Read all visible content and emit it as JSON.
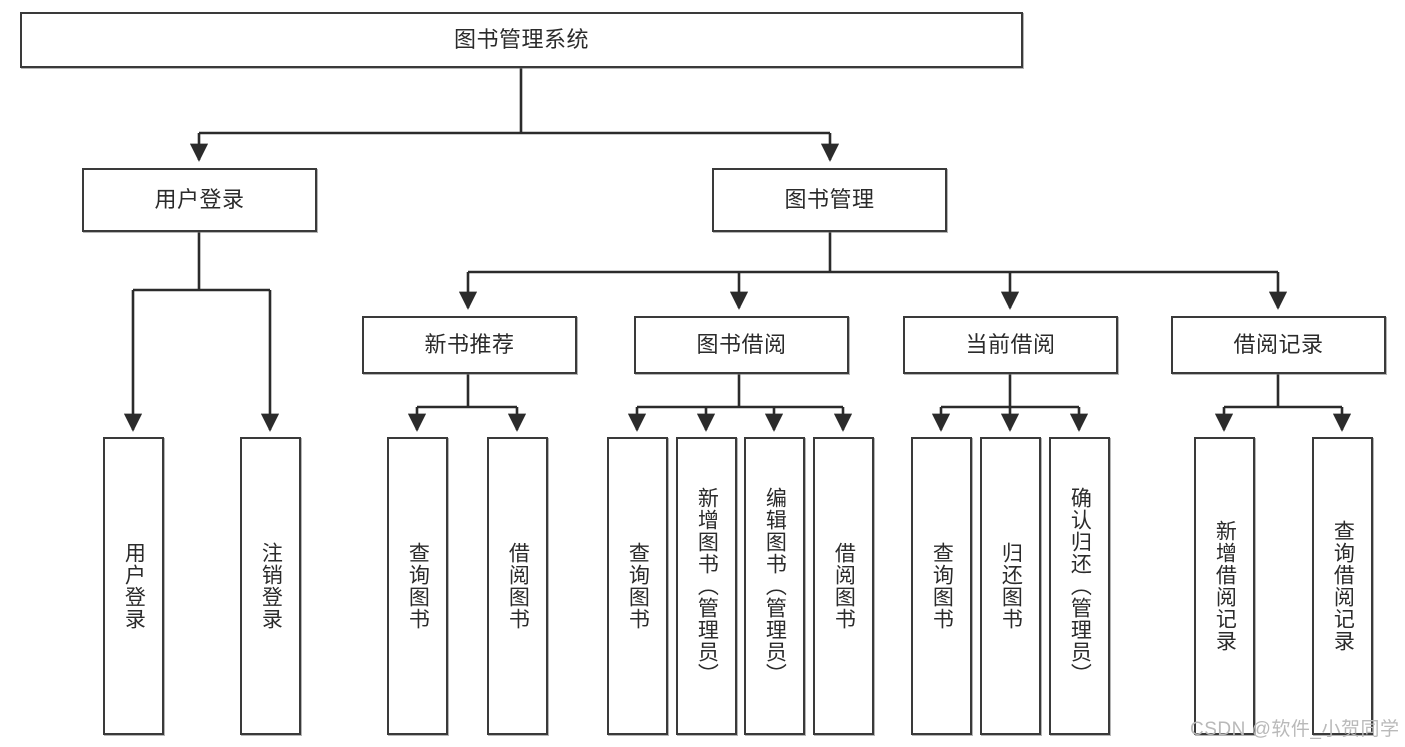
{
  "diagram": {
    "title": "图书管理系统",
    "type": "hierarchy-tree",
    "watermark": "CSDN @软件_小贺同学",
    "colors": {
      "node_border": "#3a3a3a",
      "node_fill": "#ffffff",
      "connector": "#2b2b2b",
      "text": "#2b2b2b",
      "watermark": "#b9b9b9"
    },
    "nodes": {
      "root": {
        "label": "图书管理系统"
      },
      "level1": [
        {
          "id": "user-login",
          "label": "用户登录"
        },
        {
          "id": "book-manage",
          "label": "图书管理"
        }
      ],
      "level2": [
        {
          "id": "new-book-recommend",
          "label": "新书推荐"
        },
        {
          "id": "book-borrow",
          "label": "图书借阅"
        },
        {
          "id": "current-borrow",
          "label": "当前借阅"
        },
        {
          "id": "borrow-record",
          "label": "借阅记录"
        }
      ],
      "leaves": {
        "user_login": [
          {
            "id": "leaf-user-login",
            "label": "用户登录"
          },
          {
            "id": "leaf-logout-login",
            "label": "注销登录"
          }
        ],
        "new_book_recommend": [
          {
            "id": "leaf-query-book-1",
            "label": "查询图书"
          },
          {
            "id": "leaf-borrow-book-1",
            "label": "借阅图书"
          }
        ],
        "book_borrow": [
          {
            "id": "leaf-query-book-2",
            "label": "查询图书"
          },
          {
            "id": "leaf-add-book",
            "label": "新增图书（管理员）"
          },
          {
            "id": "leaf-edit-book",
            "label": "编辑图书（管理员）"
          },
          {
            "id": "leaf-borrow-book-2",
            "label": "借阅图书"
          }
        ],
        "current_borrow": [
          {
            "id": "leaf-query-book-3",
            "label": "查询图书"
          },
          {
            "id": "leaf-return-book",
            "label": "归还图书"
          },
          {
            "id": "leaf-confirm-return",
            "label": "确认归还（管理员）"
          }
        ],
        "borrow_record": [
          {
            "id": "leaf-add-record",
            "label": "新增借阅记录"
          },
          {
            "id": "leaf-query-record",
            "label": "查询借阅记录"
          }
        ]
      }
    }
  }
}
